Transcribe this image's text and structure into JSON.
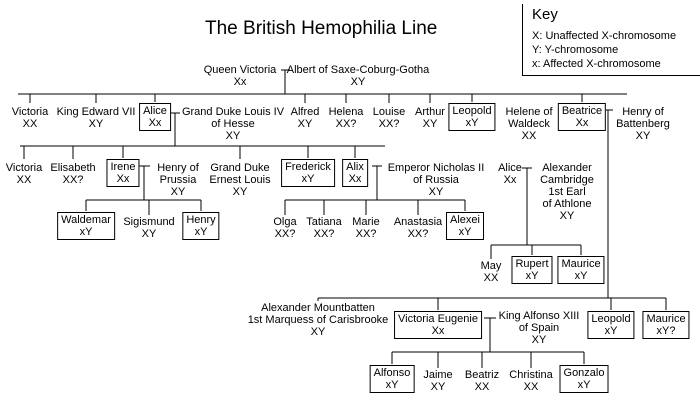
{
  "title": "The British Hemophilia Line",
  "key": {
    "title": "Key",
    "entries": [
      "X: Unaffected X-chromosome",
      "Y: Y-chromosome",
      "x: Affected X-chromosome"
    ]
  },
  "people": {
    "queen_victoria": {
      "name": [
        "Queen Victoria"
      ],
      "genotype": "Xx"
    },
    "albert": {
      "name": [
        "Albert of Saxe-Coburg-Gotha"
      ],
      "genotype": "XY"
    },
    "victoria_1": {
      "name": [
        "Victoria"
      ],
      "genotype": "XX"
    },
    "edward_vii": {
      "name": [
        "King Edward VII"
      ],
      "genotype": "XY"
    },
    "alice_1": {
      "name": [
        "Alice"
      ],
      "genotype": "Xx",
      "boxed": true
    },
    "louis_iv": {
      "name": [
        "Grand Duke Louis IV",
        "of Hesse"
      ],
      "genotype": "XY"
    },
    "alfred": {
      "name": [
        "Alfred"
      ],
      "genotype": "XY"
    },
    "helena": {
      "name": [
        "Helena"
      ],
      "genotype": "XX?"
    },
    "louise": {
      "name": [
        "Louise"
      ],
      "genotype": "XX?"
    },
    "arthur": {
      "name": [
        "Arthur"
      ],
      "genotype": "XY"
    },
    "leopold_1": {
      "name": [
        "Leopold"
      ],
      "genotype": "xY",
      "boxed": true
    },
    "helene": {
      "name": [
        "Helene of",
        "Waldeck"
      ],
      "genotype": "XX"
    },
    "beatrice": {
      "name": [
        "Beatrice"
      ],
      "genotype": "Xx",
      "boxed": true
    },
    "henry_battenberg": {
      "name": [
        "Henry of",
        "Battenberg"
      ],
      "genotype": "XY"
    },
    "victoria_2": {
      "name": [
        "Victoria"
      ],
      "genotype": "XX"
    },
    "elisabeth": {
      "name": [
        "Elisabeth"
      ],
      "genotype": "XX?"
    },
    "irene": {
      "name": [
        "Irene"
      ],
      "genotype": "Xx",
      "boxed": true
    },
    "henry_prussia": {
      "name": [
        "Henry of",
        "Prussia"
      ],
      "genotype": "XY"
    },
    "ernest_louis": {
      "name": [
        "Grand Duke",
        "Ernest Louis"
      ],
      "genotype": "XY"
    },
    "frederick": {
      "name": [
        "Frederick"
      ],
      "genotype": "xY",
      "boxed": true
    },
    "alix": {
      "name": [
        "Alix"
      ],
      "genotype": "Xx",
      "boxed": true
    },
    "nicholas_ii": {
      "name": [
        "Emperor Nicholas II",
        "of Russia"
      ],
      "genotype": "XY"
    },
    "alice_2": {
      "name": [
        "Alice"
      ],
      "genotype": "Xx"
    },
    "alexander_cambridge": {
      "name": [
        "Alexander",
        "Cambridge",
        "1st Earl",
        "of Athlone"
      ],
      "genotype": "XY"
    },
    "waldemar": {
      "name": [
        "Waldemar"
      ],
      "genotype": "xY",
      "boxed": true
    },
    "sigismund": {
      "name": [
        "Sigismund"
      ],
      "genotype": "XY"
    },
    "henry_2": {
      "name": [
        "Henry"
      ],
      "genotype": "xY",
      "boxed": true
    },
    "olga": {
      "name": [
        "Olga"
      ],
      "genotype": "XX?"
    },
    "tatiana": {
      "name": [
        "Tatiana"
      ],
      "genotype": "XX?"
    },
    "marie": {
      "name": [
        "Marie"
      ],
      "genotype": "XX?"
    },
    "anastasia": {
      "name": [
        "Anastasia"
      ],
      "genotype": "XX?"
    },
    "alexei": {
      "name": [
        "Alexei"
      ],
      "genotype": "xY",
      "boxed": true
    },
    "may": {
      "name": [
        "May"
      ],
      "genotype": "XX"
    },
    "rupert": {
      "name": [
        "Rupert"
      ],
      "genotype": "xY",
      "boxed": true
    },
    "maurice_1": {
      "name": [
        "Maurice"
      ],
      "genotype": "xY",
      "boxed": true
    },
    "alexander_mountbatten": {
      "name": [
        "Alexander Mountbatten",
        "1st Marquess of Carisbrooke"
      ],
      "genotype": "XY"
    },
    "victoria_eugenie": {
      "name": [
        "Victoria Eugenie"
      ],
      "genotype": "Xx",
      "boxed": true
    },
    "alfonso_xiii": {
      "name": [
        "King Alfonso XIII",
        "of Spain"
      ],
      "genotype": "XY"
    },
    "leopold_2": {
      "name": [
        "Leopold"
      ],
      "genotype": "xY",
      "boxed": true
    },
    "maurice_2": {
      "name": [
        "Maurice"
      ],
      "genotype": "xY?",
      "boxed": true
    },
    "alfonso": {
      "name": [
        "Alfonso"
      ],
      "genotype": "xY",
      "boxed": true
    },
    "jaime": {
      "name": [
        "Jaime"
      ],
      "genotype": "XY"
    },
    "beatriz": {
      "name": [
        "Beatriz"
      ],
      "genotype": "XX"
    },
    "christina": {
      "name": [
        "Christina"
      ],
      "genotype": "XX"
    },
    "gonzalo": {
      "name": [
        "Gonzalo"
      ],
      "genotype": "xY",
      "boxed": true
    }
  }
}
